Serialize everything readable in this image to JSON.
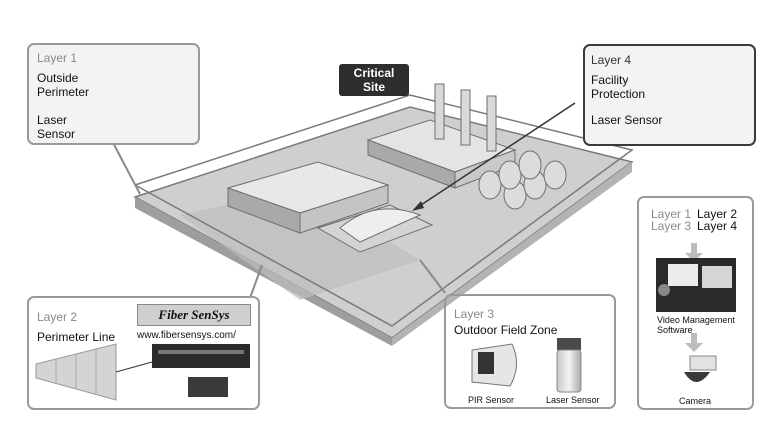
{
  "badge": "Critical\nSite",
  "layer1": {
    "title": "Layer 1",
    "lines": "Outside\nPerimeter",
    "sensor": "Laser\nSensor"
  },
  "layer2": {
    "title": "Layer 2",
    "subtitle": "Perimeter Line",
    "logo": "Fiber SenSys",
    "url": "www.fibersensys.com/"
  },
  "layer3": {
    "title": "Layer 3",
    "subtitle": "Outdoor Field Zone",
    "pir": "PIR Sensor",
    "laser": "Laser Sensor"
  },
  "layer4": {
    "title": "Layer 4",
    "lines": "Facility\nProtection",
    "sensor": "Laser Sensor"
  },
  "vms": {
    "layer1": "Layer 1",
    "layer2": "Layer 2",
    "layer3": "Layer 3",
    "layer4": "Layer 4",
    "software": "Video Management\nSoftware",
    "camera": "Camera"
  }
}
